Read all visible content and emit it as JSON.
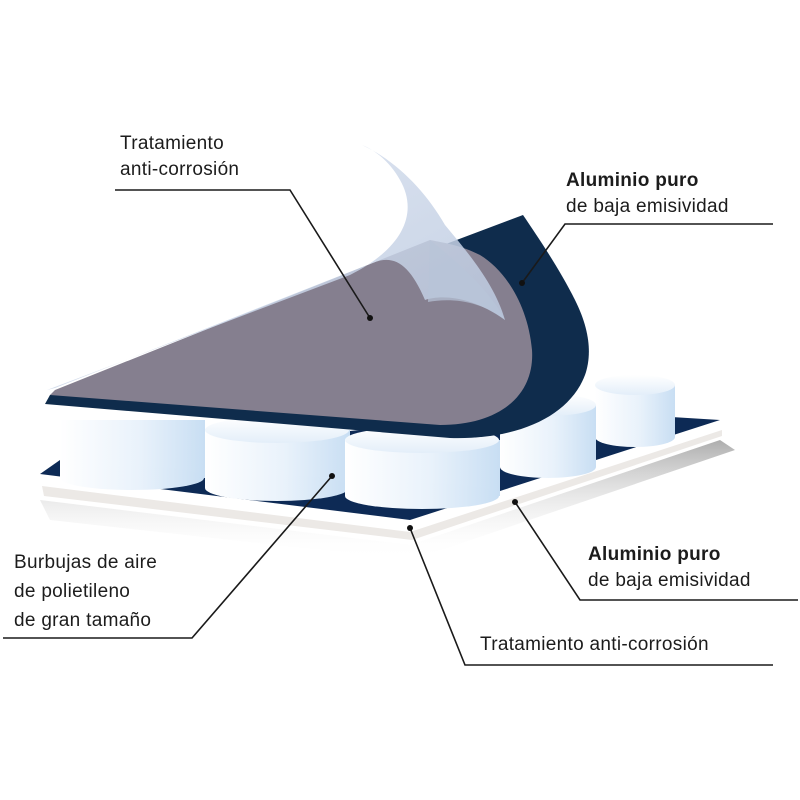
{
  "diagram": {
    "type": "layered-material-cross-section",
    "colors": {
      "navy_aluminium": "#0f2c4c",
      "navy_bottom": "#0d2a55",
      "coating_grey": "#857f8f",
      "film_light": "#c9d6ea",
      "bubble_white": "#ffffff",
      "bubble_blue": "#cfe3f5",
      "backing_light": "#ece9e6",
      "leader_line": "#1a1a1a"
    },
    "labels": {
      "top_left": {
        "lines": [
          "Tratamiento",
          "anti-corrosión"
        ]
      },
      "top_right": {
        "bold": "Aluminio puro",
        "line": "de baja emisividad"
      },
      "bottom_left": {
        "lines": [
          "Burbujas de aire",
          "de polietileno",
          "de gran tamaño"
        ]
      },
      "bottom_right": {
        "bold": "Aluminio puro",
        "line": "de baja emisividad"
      },
      "bottom": {
        "line": "Tratamiento anti-corrosión"
      }
    },
    "layers": [
      {
        "name": "Tratamiento anti-corrosión (superior)",
        "position": "top film"
      },
      {
        "name": "Aluminio puro de baja emisividad (superior)",
        "position": "top sheet"
      },
      {
        "name": "Burbujas de aire de polietileno de gran tamaño",
        "position": "core"
      },
      {
        "name": "Aluminio puro de baja emisividad (inferior)",
        "position": "bottom sheet"
      },
      {
        "name": "Tratamiento anti-corrosión (inferior)",
        "position": "backing"
      }
    ]
  }
}
